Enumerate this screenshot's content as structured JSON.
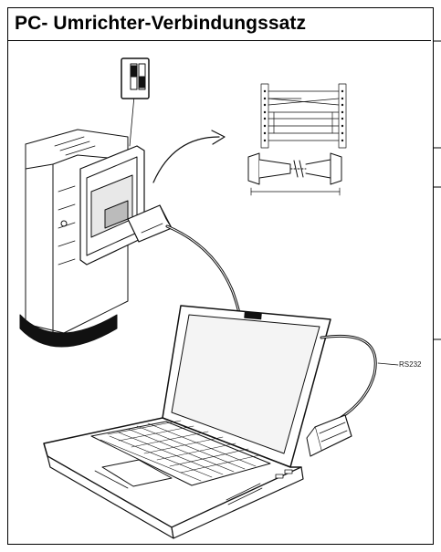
{
  "page": {
    "title": "PC- Umrichter-Verbindungssatz"
  },
  "labels": {
    "rs232": "RS232"
  },
  "icons": {
    "drive": "frequency-converter-drawing",
    "laptop": "laptop-drawing",
    "cable": "serial-cable-drawing",
    "pinout": "wiring-diagram-drawing",
    "switch": "dip-switch-detail-drawing",
    "arrow": "curved-arrow-icon"
  }
}
